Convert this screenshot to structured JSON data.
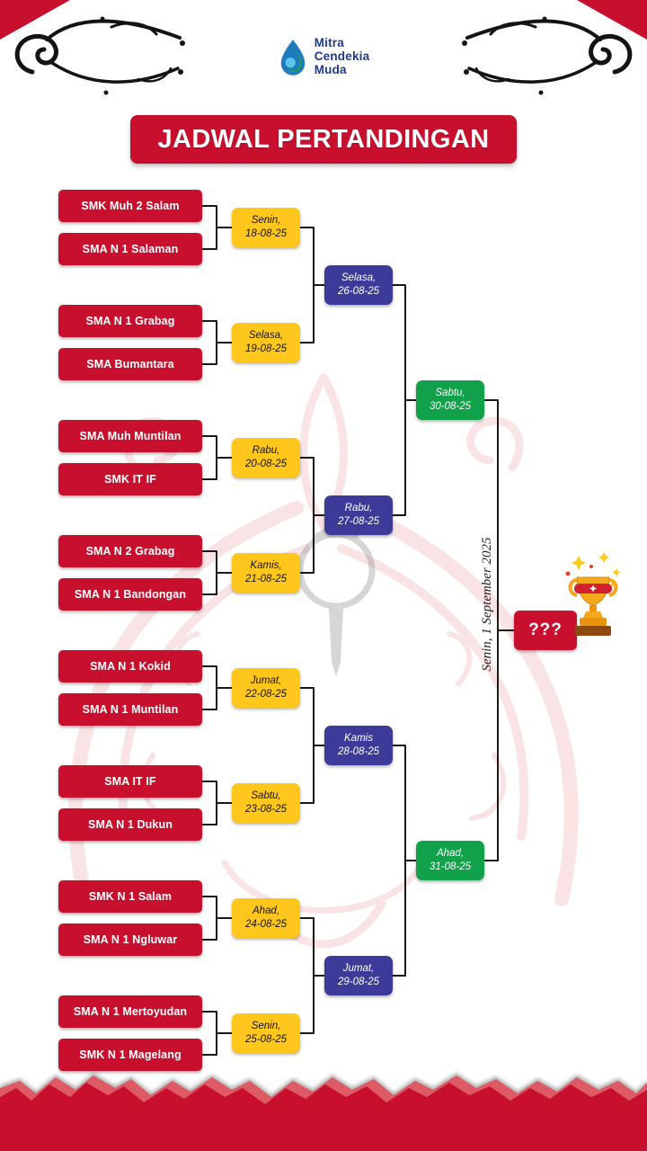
{
  "colors": {
    "red": "#C8102E",
    "yellow": "#FFC61B",
    "navy": "#3D3B99",
    "green": "#12A14B",
    "ink": "#1A1A1A",
    "logo-navy": "#1D3B8B"
  },
  "logo": {
    "name_lines": [
      "Mitra",
      "Cendekia",
      "Muda"
    ]
  },
  "title": "JADWAL PERTANDINGAN",
  "bracket": {
    "teams": [
      "SMK Muh 2 Salam",
      "SMA N 1 Salaman",
      "SMA N 1 Grabag",
      "SMA Bumantara",
      "SMA Muh Muntilan",
      "SMK IT IF",
      "SMA N 2 Grabag",
      "SMA N 1 Bandongan",
      "SMA N 1 Kokid",
      "SMA N 1 Muntilan",
      "SMA IT IF",
      "SMA N 1 Dukun",
      "SMK N 1 Salam",
      "SMA N 1 Ngluwar",
      "SMA N 1 Mertoyudan",
      "SMK N 1 Magelang"
    ],
    "round1": [
      {
        "day": "Senin,",
        "date": "18-08-25"
      },
      {
        "day": "Selasa,",
        "date": "19-08-25"
      },
      {
        "day": "Rabu,",
        "date": "20-08-25"
      },
      {
        "day": "Kamis,",
        "date": "21-08-25"
      },
      {
        "day": "Jumat,",
        "date": "22-08-25"
      },
      {
        "day": "Sabtu,",
        "date": "23-08-25"
      },
      {
        "day": "Ahad,",
        "date": "24-08-25"
      },
      {
        "day": "Senin,",
        "date": "25-08-25"
      }
    ],
    "round2": [
      {
        "day": "Selasa,",
        "date": "26-08-25"
      },
      {
        "day": "Rabu,",
        "date": "27-08-25"
      },
      {
        "day": "Kamis",
        "date": "28-08-25"
      },
      {
        "day": "Jumat,",
        "date": "29-08-25"
      }
    ],
    "semifinal": [
      {
        "day": "Sabtu,",
        "date": "30-08-25"
      },
      {
        "day": "Ahad,",
        "date": "31-08-25"
      }
    ],
    "final": {
      "date_label": "Senin, 1 September 2025",
      "champion_placeholder": "???"
    }
  }
}
